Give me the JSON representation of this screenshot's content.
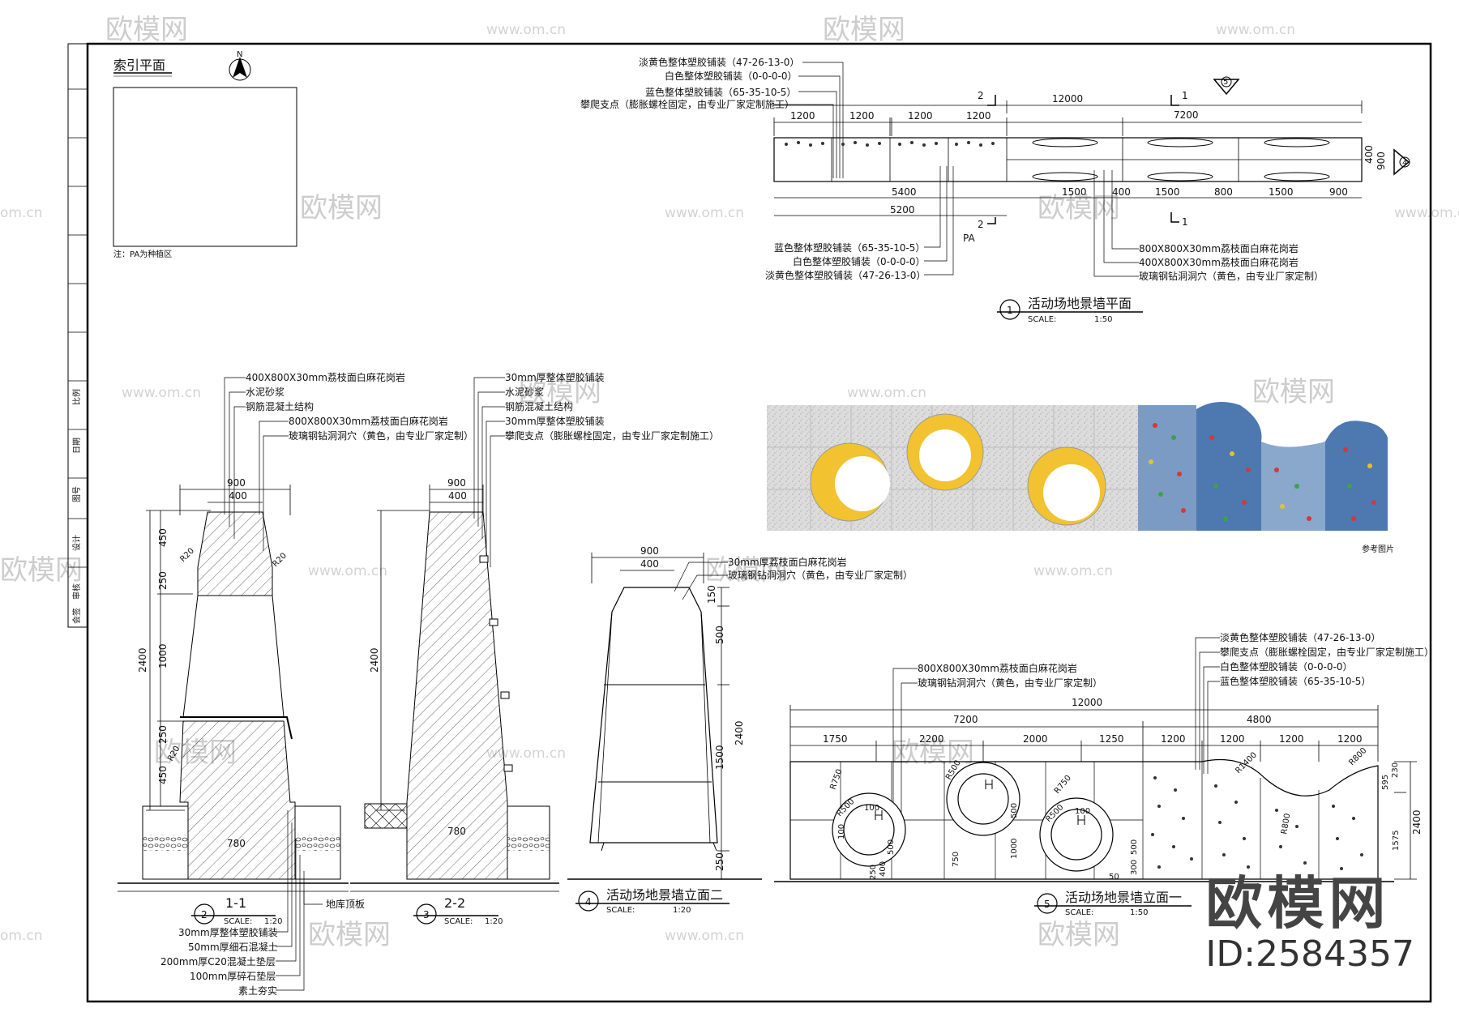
{
  "watermark": {
    "name": "欧模网",
    "url": "www.om.cn",
    "short_url": "om.cn",
    "brand": "欧模网",
    "id": "ID:2584357"
  },
  "index_plan": {
    "title": "索引平面",
    "note": "注：PA为种植区",
    "north": "N"
  },
  "plan1": {
    "title": "活动场地景墙平面",
    "number": "1",
    "scale_label": "SCALE:",
    "scale": "1:50",
    "labels_top": [
      "淡黄色整体塑胶铺装（47-26-13-0）",
      "白色整体塑胶铺装（0-0-0-0）",
      "蓝色整体塑胶铺装（65-35-10-5）",
      "攀爬支点（膨胀螺栓固定，由专业厂家定制施工）"
    ],
    "labels_bottom_left": [
      "蓝色整体塑胶铺装（65-35-10-5）",
      "白色整体塑胶铺装（0-0-0-0）",
      "淡黄色整体塑胶铺装（47-26-13-0）"
    ],
    "labels_bottom_right": [
      "800X800X30mm荔枝面白麻花岗岩",
      "400X800X30mm荔枝面白麻花岗岩",
      "玻璃钢钻洞洞穴（黄色，由专业厂家定制）"
    ],
    "dims_top_total": "12000",
    "dims_top_right": "7200",
    "dims_top_segments": [
      "1200",
      "1200",
      "1200",
      "1200"
    ],
    "dims_bottom": [
      "5400",
      "1500",
      "400",
      "1500",
      "800",
      "1500",
      "900"
    ],
    "dim_bottom2": "5200",
    "dims_side": [
      "400",
      "900"
    ],
    "section_marks": [
      "2",
      "1",
      "2",
      "1"
    ],
    "elev_mark": "4",
    "elev_mark_top": "5",
    "pa": "PA"
  },
  "section11": {
    "title": "1-1",
    "number": "2",
    "scale_label": "SCALE:",
    "scale": "1:20",
    "callouts": [
      "400X800X30mm荔枝面白麻花岗岩",
      "水泥砂浆",
      "钢筋混凝土结构",
      "800X800X30mm荔枝面白麻花岗岩",
      "玻璃钢钻洞洞穴（黄色，由专业厂家定制）"
    ],
    "base_layers": [
      "30mm厚整体塑胶铺装",
      "50mm厚细石混凝土",
      "200mm厚C20混凝土垫层",
      "100mm厚碎石垫层",
      "素土夯实"
    ],
    "ground_label": "地库顶板",
    "dims": {
      "top": "900",
      "inner": "400",
      "bottom": "780",
      "total": "2400",
      "v1": "450",
      "v2": "250",
      "v3": "1000",
      "v4": "250",
      "v5": "450",
      "r1": "R20",
      "r2": "R20",
      "r3": "R20"
    }
  },
  "section22": {
    "title": "2-2",
    "number": "3",
    "scale_label": "SCALE:",
    "scale": "1:20",
    "callouts": [
      "30mm厚整体塑胶铺装",
      "水泥砂浆",
      "钢筋混凝土结构",
      "30mm厚整体塑胶铺装",
      "攀爬支点（膨胀螺栓固定，由专业厂家定制施工）"
    ],
    "dims": {
      "top": "900",
      "inner": "400",
      "bottom": "780",
      "total": "2400"
    }
  },
  "elev2": {
    "title": "活动场地景墙立面二",
    "number": "4",
    "scale_label": "SCALE:",
    "scale": "1:20",
    "callouts": [
      "30mm厚荔枝面白麻花岗岩",
      "玻璃钢钻洞洞穴（黄色，由专业厂家定制）"
    ],
    "dims": {
      "top": "900",
      "inner": "400",
      "v1": "150",
      "v2": "500",
      "v3": "1500",
      "v4": "250",
      "total": "2400"
    }
  },
  "reference": {
    "caption": "参考图片"
  },
  "elev1": {
    "title": "活动场地景墙立面一",
    "number": "5",
    "scale_label": "SCALE:",
    "scale": "1:50",
    "callouts_left": [
      "800X800X30mm荔枝面白麻花岗岩",
      "玻璃钢钻洞洞穴（黄色，由专业厂家定制）"
    ],
    "callouts_right": [
      "淡黄色整体塑胶铺装（47-26-13-0）",
      "攀爬支点（膨胀螺栓固定，由专业厂家定制施工）",
      "白色整体塑胶铺装（0-0-0-0）",
      "蓝色整体塑胶铺装（65-35-10-5）"
    ],
    "dim_total": "12000",
    "dim_left": "7200",
    "dim_right": "4800",
    "dims_segments": [
      "1750",
      "2200",
      "2000",
      "1250",
      "1200",
      "1200",
      "1200",
      "1200"
    ],
    "radii": [
      "R750",
      "R500",
      "R500",
      "R750",
      "R500",
      "R1400",
      "R800",
      "R800"
    ],
    "hole_dims": [
      "100",
      "100",
      "100",
      "500",
      "400",
      "250",
      "750",
      "1000",
      "500",
      "500",
      "300",
      "50"
    ],
    "side_dims": [
      "595",
      "230",
      "2400",
      "1575"
    ]
  },
  "title_block": {
    "fields": [
      "比例",
      "日期",
      "图号",
      "设计",
      "审核",
      "会签"
    ]
  }
}
